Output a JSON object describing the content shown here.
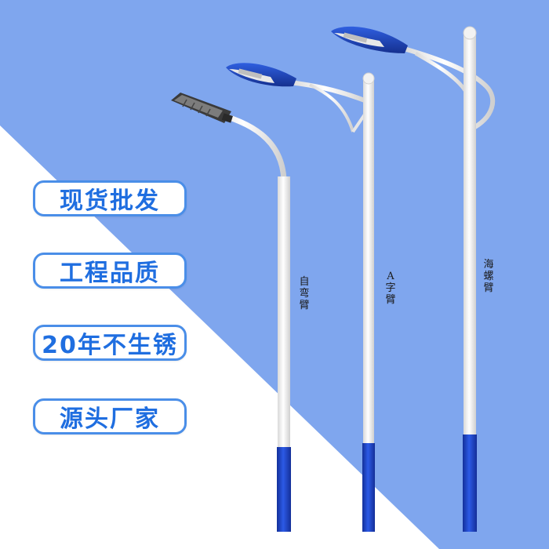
{
  "colors": {
    "background_blue": "#7fa6ee",
    "background_white": "#ffffff",
    "badge_text": "#1f6ee0",
    "badge_border": "#4a8ee8",
    "pole_white": "#f4f4f4",
    "pole_blue": "#1e44c9"
  },
  "features": [
    {
      "label": "现货批发"
    },
    {
      "label": "工程品质"
    },
    {
      "label": "20年不生锈"
    },
    {
      "label": "源头厂家"
    }
  ],
  "poles": [
    {
      "label": "自弯臂",
      "lamp": "led-module-lamp"
    },
    {
      "label": "A字臂",
      "lamp": "blue-cobra-head-lamp"
    },
    {
      "label": "海螺臂",
      "lamp": "blue-cobra-head-lamp"
    }
  ]
}
